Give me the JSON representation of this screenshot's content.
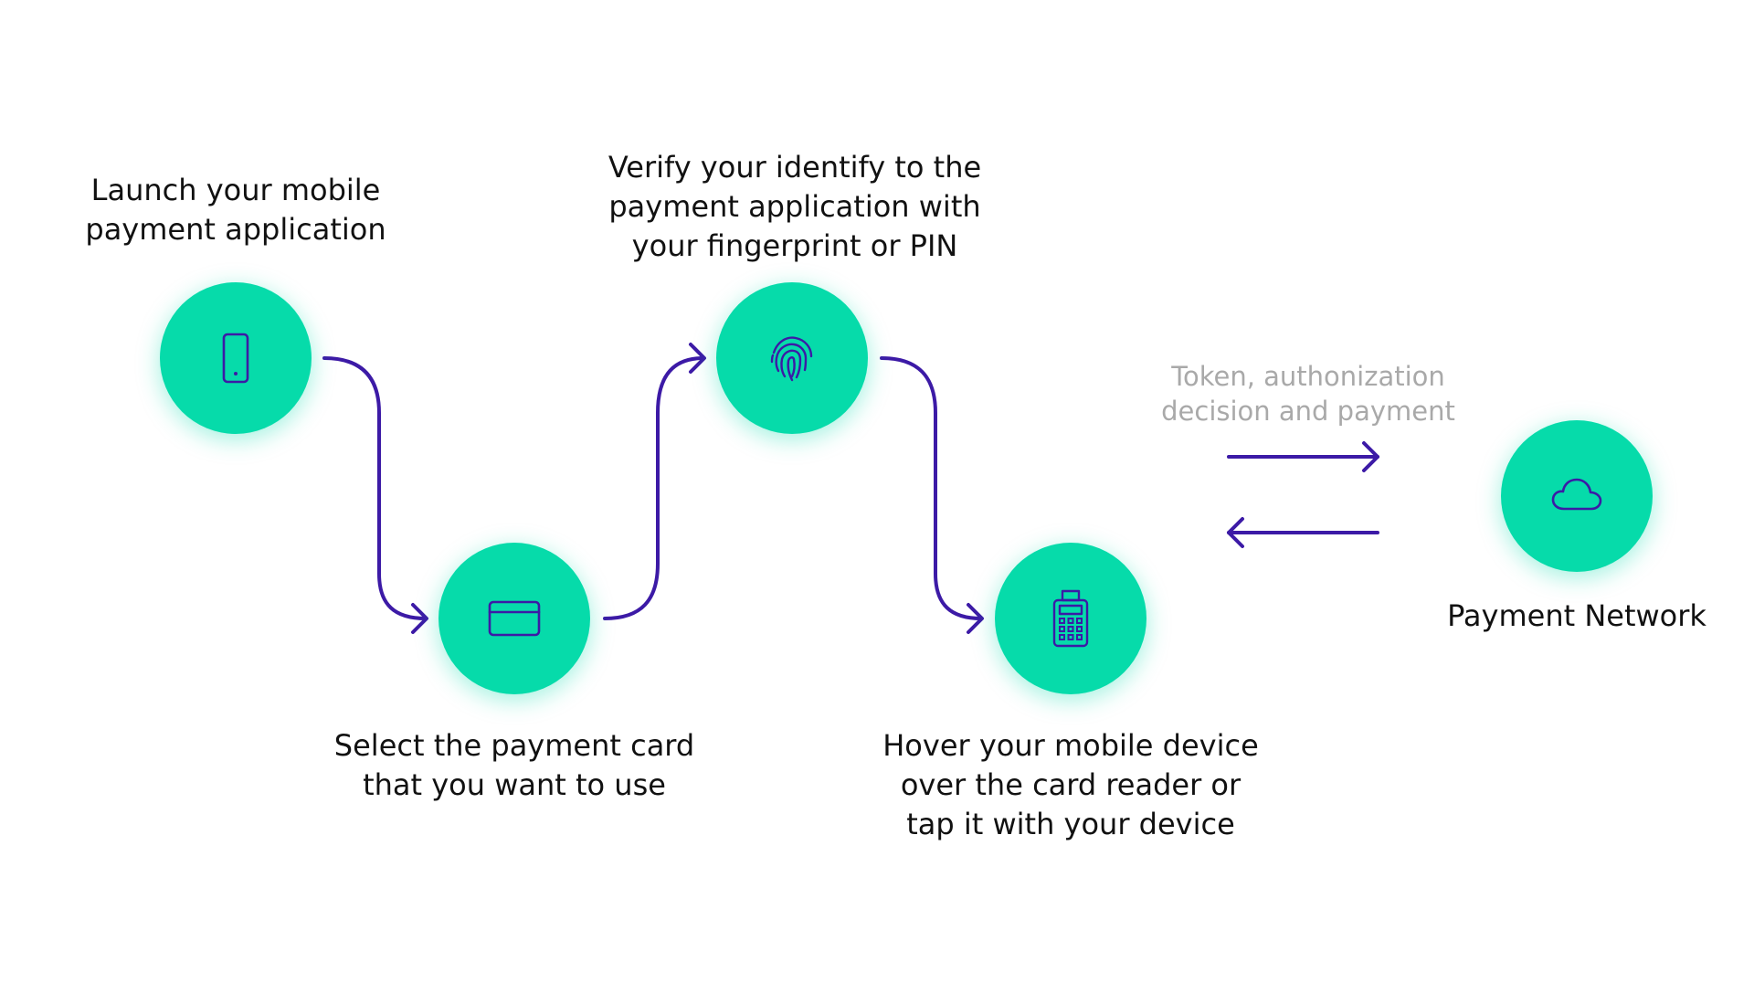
{
  "colors": {
    "node_fill": "#06dbaa",
    "stroke": "#3c1aa6",
    "text": "#111111",
    "muted_text": "#a9a9a9"
  },
  "steps": [
    {
      "label": "Launch your mobile\npayment application",
      "icon": "mobile-phone-icon"
    },
    {
      "label": "Select the payment card\nthat you want to use",
      "icon": "credit-card-icon"
    },
    {
      "label": "Verify your identify to the\npayment application with\nyour fingerprint or PIN",
      "icon": "fingerprint-icon"
    },
    {
      "label": "Hover your mobile device\nover the card reader or\ntap it with your device",
      "icon": "card-reader-icon"
    }
  ],
  "network": {
    "label": "Payment Network",
    "icon": "cloud-icon"
  },
  "exchange": {
    "label": "Token, authonization\ndecision and payment"
  }
}
